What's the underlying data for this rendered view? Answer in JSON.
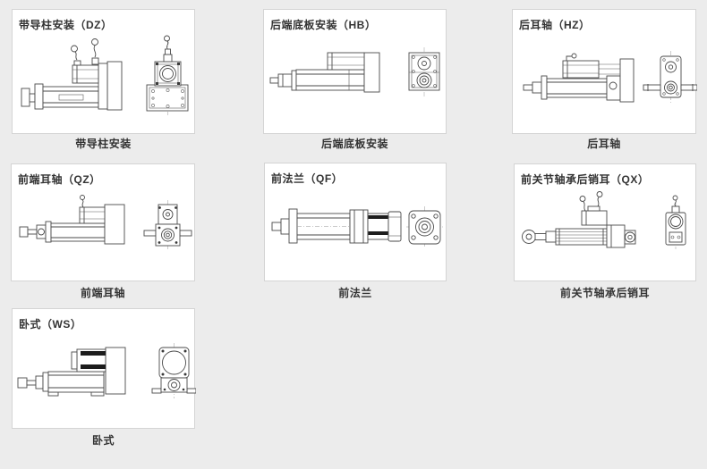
{
  "page": {
    "background_color": "#ececec",
    "card_background": "#ffffff",
    "card_border_color": "#d4d4d4",
    "text_color": "#333333",
    "drawing_line_color": "#4a4a4a"
  },
  "panels": [
    {
      "id": "dz",
      "code": "DZ",
      "title": "带导柱安装（DZ）",
      "caption": "带导柱安装"
    },
    {
      "id": "hb",
      "code": "HB",
      "title": "后端底板安装（HB）",
      "caption": "后端底板安装"
    },
    {
      "id": "hz",
      "code": "HZ",
      "title": "后耳轴（HZ）",
      "caption": "后耳轴"
    },
    {
      "id": "qz",
      "code": "QZ",
      "title": "前端耳轴（QZ）",
      "caption": "前端耳轴"
    },
    {
      "id": "qf",
      "code": "QF",
      "title": "前法兰（QF）",
      "caption": "前法兰"
    },
    {
      "id": "qx",
      "code": "QX",
      "title": "前关节轴承后销耳（QX）",
      "caption": "前关节轴承后销耳"
    },
    {
      "id": "ws",
      "code": "WS",
      "title": "卧式（WS）",
      "caption": "卧式"
    }
  ]
}
